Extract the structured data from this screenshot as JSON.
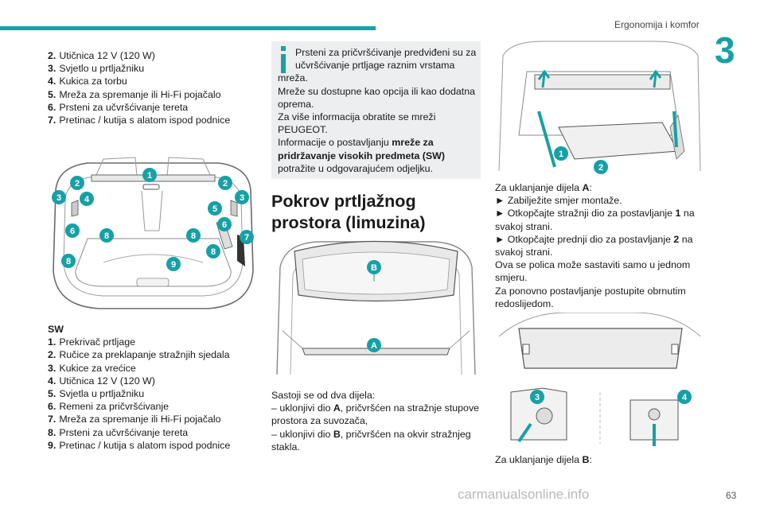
{
  "header": {
    "section": "Ergonomija i komfor",
    "chapter": "3",
    "page": "63"
  },
  "col1_list": [
    {
      "num": "2.",
      "text": "Utičnica 12 V (120 W)"
    },
    {
      "num": "3.",
      "text": "Svjetlo u prtljažniku"
    },
    {
      "num": "4.",
      "text": "Kukica za torbu"
    },
    {
      "num": "5.",
      "text": "Mreža za spremanje ili Hi-Fi pojačalo"
    },
    {
      "num": "6.",
      "text": "Prsteni za učvršćivanje tereta"
    },
    {
      "num": "7.",
      "text": "Pretinac / kutija s alatom ispod podnice"
    }
  ],
  "sw": {
    "heading": "SW",
    "items": [
      {
        "num": "1.",
        "text": "Prekrivač prtljage"
      },
      {
        "num": "2.",
        "text": "Ručice za preklapanje stražnjih sjedala"
      },
      {
        "num": "3.",
        "text": "Kukice za vrećice"
      },
      {
        "num": "4.",
        "text": "Utičnica 12 V (120 W)"
      },
      {
        "num": "5.",
        "text": "Svjetla u prtljažniku"
      },
      {
        "num": "6.",
        "text": "Remeni za pričvršćivanje"
      },
      {
        "num": "7.",
        "text": "Mreža za spremanje ili Hi-Fi pojačalo"
      },
      {
        "num": "8.",
        "text": "Prsteni za učvršćivanje tereta"
      },
      {
        "num": "9.",
        "text": "Pretinac / kutija s alatom ispod podnice"
      }
    ]
  },
  "trunk_labels": [
    "1",
    "2",
    "2",
    "3",
    "3",
    "4",
    "5",
    "6",
    "6",
    "7",
    "8",
    "8",
    "8",
    "8",
    "9"
  ],
  "info": {
    "line1": "Prsteni za pričvršćivanje predviđeni su za",
    "line2": "učvršćivanje prtljage raznim vrstama",
    "line3": "mreža.",
    "line4": "Mreže su dostupne kao opcija ili kao dodatna",
    "line5": "oprema.",
    "line6": "Za više informacija obratite se mreži",
    "line7": "PEUGEOT.",
    "line8a": "Informacije o postavljanju ",
    "line8b": "mreže za",
    "line9a": "pridržavanje visokih predmeta (SW)",
    "line10": "potražite u odgovarajućem odjeljku."
  },
  "heading2": "Pokrov prtljažnog prostora (limuzina)",
  "cover_labels": {
    "a": "A",
    "b": "B"
  },
  "col2_text": {
    "l1": "Sastoji se od dva dijela:",
    "l2a": "–  uklonjivi dio ",
    "l2b": "A",
    "l2c": ", pričvršćen na stražnje stupove",
    "l3": "prostora za suvozača,",
    "l4a": "–  uklonjivi dio ",
    "l4b": "B",
    "l4c": ", pričvršćen na okvir stražnjeg",
    "l5": "stakla."
  },
  "fig3_labels": {
    "one": "1",
    "two": "2"
  },
  "col3_text": {
    "l1a": "Za uklanjanje dijela ",
    "l1b": "A",
    "l1c": ":",
    "l2": "► Zabilježite smjer montaže.",
    "l3a": "► Otkopčajte stražnji dio za postavljanje ",
    "l3b": "1",
    "l3c": " na",
    "l4": "svakoj strani.",
    "l5a": "► Otkopčajte prednji dio za postavljanje ",
    "l5b": "2",
    "l5c": " na",
    "l6": "svakoj strani.",
    "l7": "Ova se polica može sastaviti samo u jednom",
    "l8": "smjeru.",
    "l9": "Za ponovno postavljanje postupite obrnutim",
    "l10": "redoslijedom.",
    "b1a": "Za uklanjanje dijela ",
    "b1b": "B",
    "b1c": ":"
  },
  "fig4_labels": {
    "three": "3",
    "four": "4"
  },
  "watermark": "carmanualsonline.info",
  "colors": {
    "accent": "#17a0a6",
    "info_bg": "#eceeef"
  }
}
